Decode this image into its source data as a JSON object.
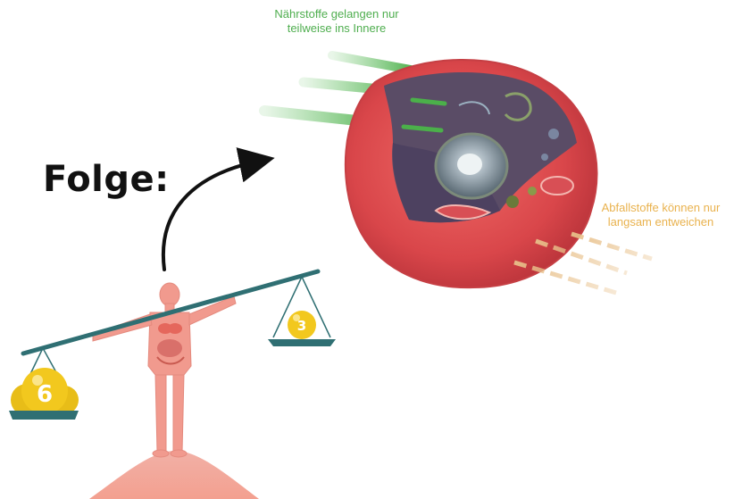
{
  "captions": {
    "nutrients_line1": "Nährstoffe gelangen nur",
    "nutrients_line2": "teilweise ins Innere",
    "waste_line1": "Abfallstoffe können nur",
    "waste_line2": "langsam entweichen"
  },
  "heading": "Folge:",
  "scale": {
    "left_value": "6",
    "right_value": "3"
  },
  "colors": {
    "nutrient_arrow": "#6cc46a",
    "waste_arrow": "#e8c08a",
    "cell_membrane": "#d9464a",
    "cell_interior": "#5a4c66",
    "body": "#f19a8e",
    "beam": "#2f6f73",
    "coin": "#f2c81e"
  }
}
